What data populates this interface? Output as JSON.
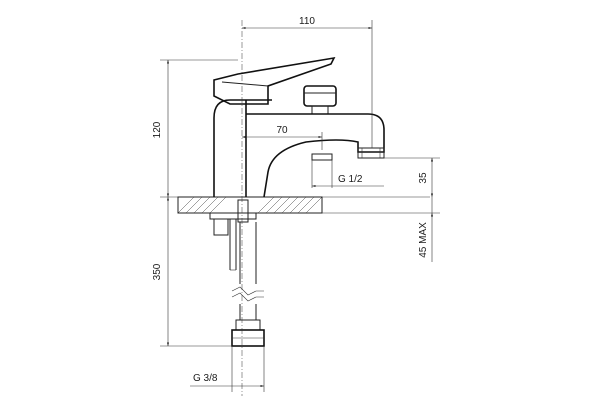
{
  "drawing": {
    "dimensions": {
      "spout_reach": "110",
      "total_height": "120",
      "outlet_offset": "70",
      "outlet_thread": "G 1/2",
      "outlet_height": "35",
      "deck_thickness": "45 MAX",
      "hose_length": "350",
      "hose_thread": "G 3/8"
    }
  }
}
